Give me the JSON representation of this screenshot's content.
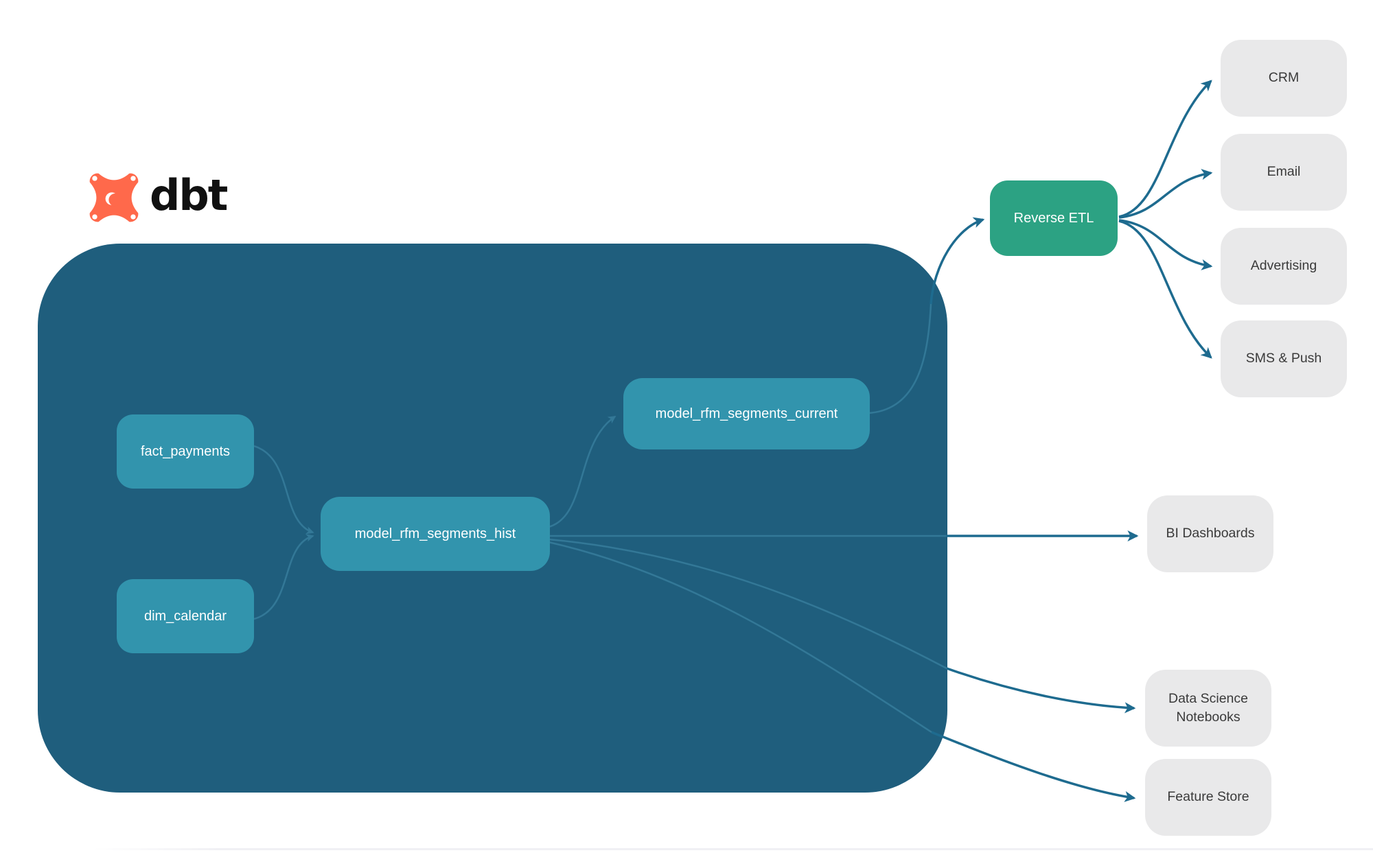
{
  "brand": {
    "name": "dbt"
  },
  "colors": {
    "container_bg": "#1F5E7D",
    "model_node_bg": "#3294AD",
    "reverse_etl_bg": "#2CA283",
    "destination_bg": "#E9E9EA",
    "node_text": "#FFFFFF",
    "destination_text": "#3A3A3A",
    "edge_outer": "#1E6B8F",
    "edge_inner": "#3A7F9C",
    "logo_orange": "#FF694B"
  },
  "nodes": {
    "fact_payments": {
      "label": "fact_payments"
    },
    "dim_calendar": {
      "label": "dim_calendar"
    },
    "model_rfm_segments_hist": {
      "label": "model_rfm_segments_hist"
    },
    "model_rfm_segments_current": {
      "label": "model_rfm_segments_current"
    },
    "reverse_etl": {
      "label": "Reverse ETL"
    },
    "crm": {
      "label": "CRM"
    },
    "email": {
      "label": "Email"
    },
    "advertising": {
      "label": "Advertising"
    },
    "sms_push": {
      "label": "SMS & Push"
    },
    "bi_dashboards": {
      "label": "BI Dashboards"
    },
    "data_science_notebooks": {
      "label": "Data Science Notebooks"
    },
    "feature_store": {
      "label": "Feature Store"
    }
  },
  "edges": [
    {
      "from": "fact_payments",
      "to": "model_rfm_segments_hist"
    },
    {
      "from": "dim_calendar",
      "to": "model_rfm_segments_hist"
    },
    {
      "from": "model_rfm_segments_hist",
      "to": "model_rfm_segments_current"
    },
    {
      "from": "model_rfm_segments_hist",
      "to": "bi_dashboards"
    },
    {
      "from": "model_rfm_segments_hist",
      "to": "data_science_notebooks"
    },
    {
      "from": "model_rfm_segments_hist",
      "to": "feature_store"
    },
    {
      "from": "model_rfm_segments_current",
      "to": "reverse_etl"
    },
    {
      "from": "reverse_etl",
      "to": "crm"
    },
    {
      "from": "reverse_etl",
      "to": "email"
    },
    {
      "from": "reverse_etl",
      "to": "advertising"
    },
    {
      "from": "reverse_etl",
      "to": "sms_push"
    }
  ]
}
